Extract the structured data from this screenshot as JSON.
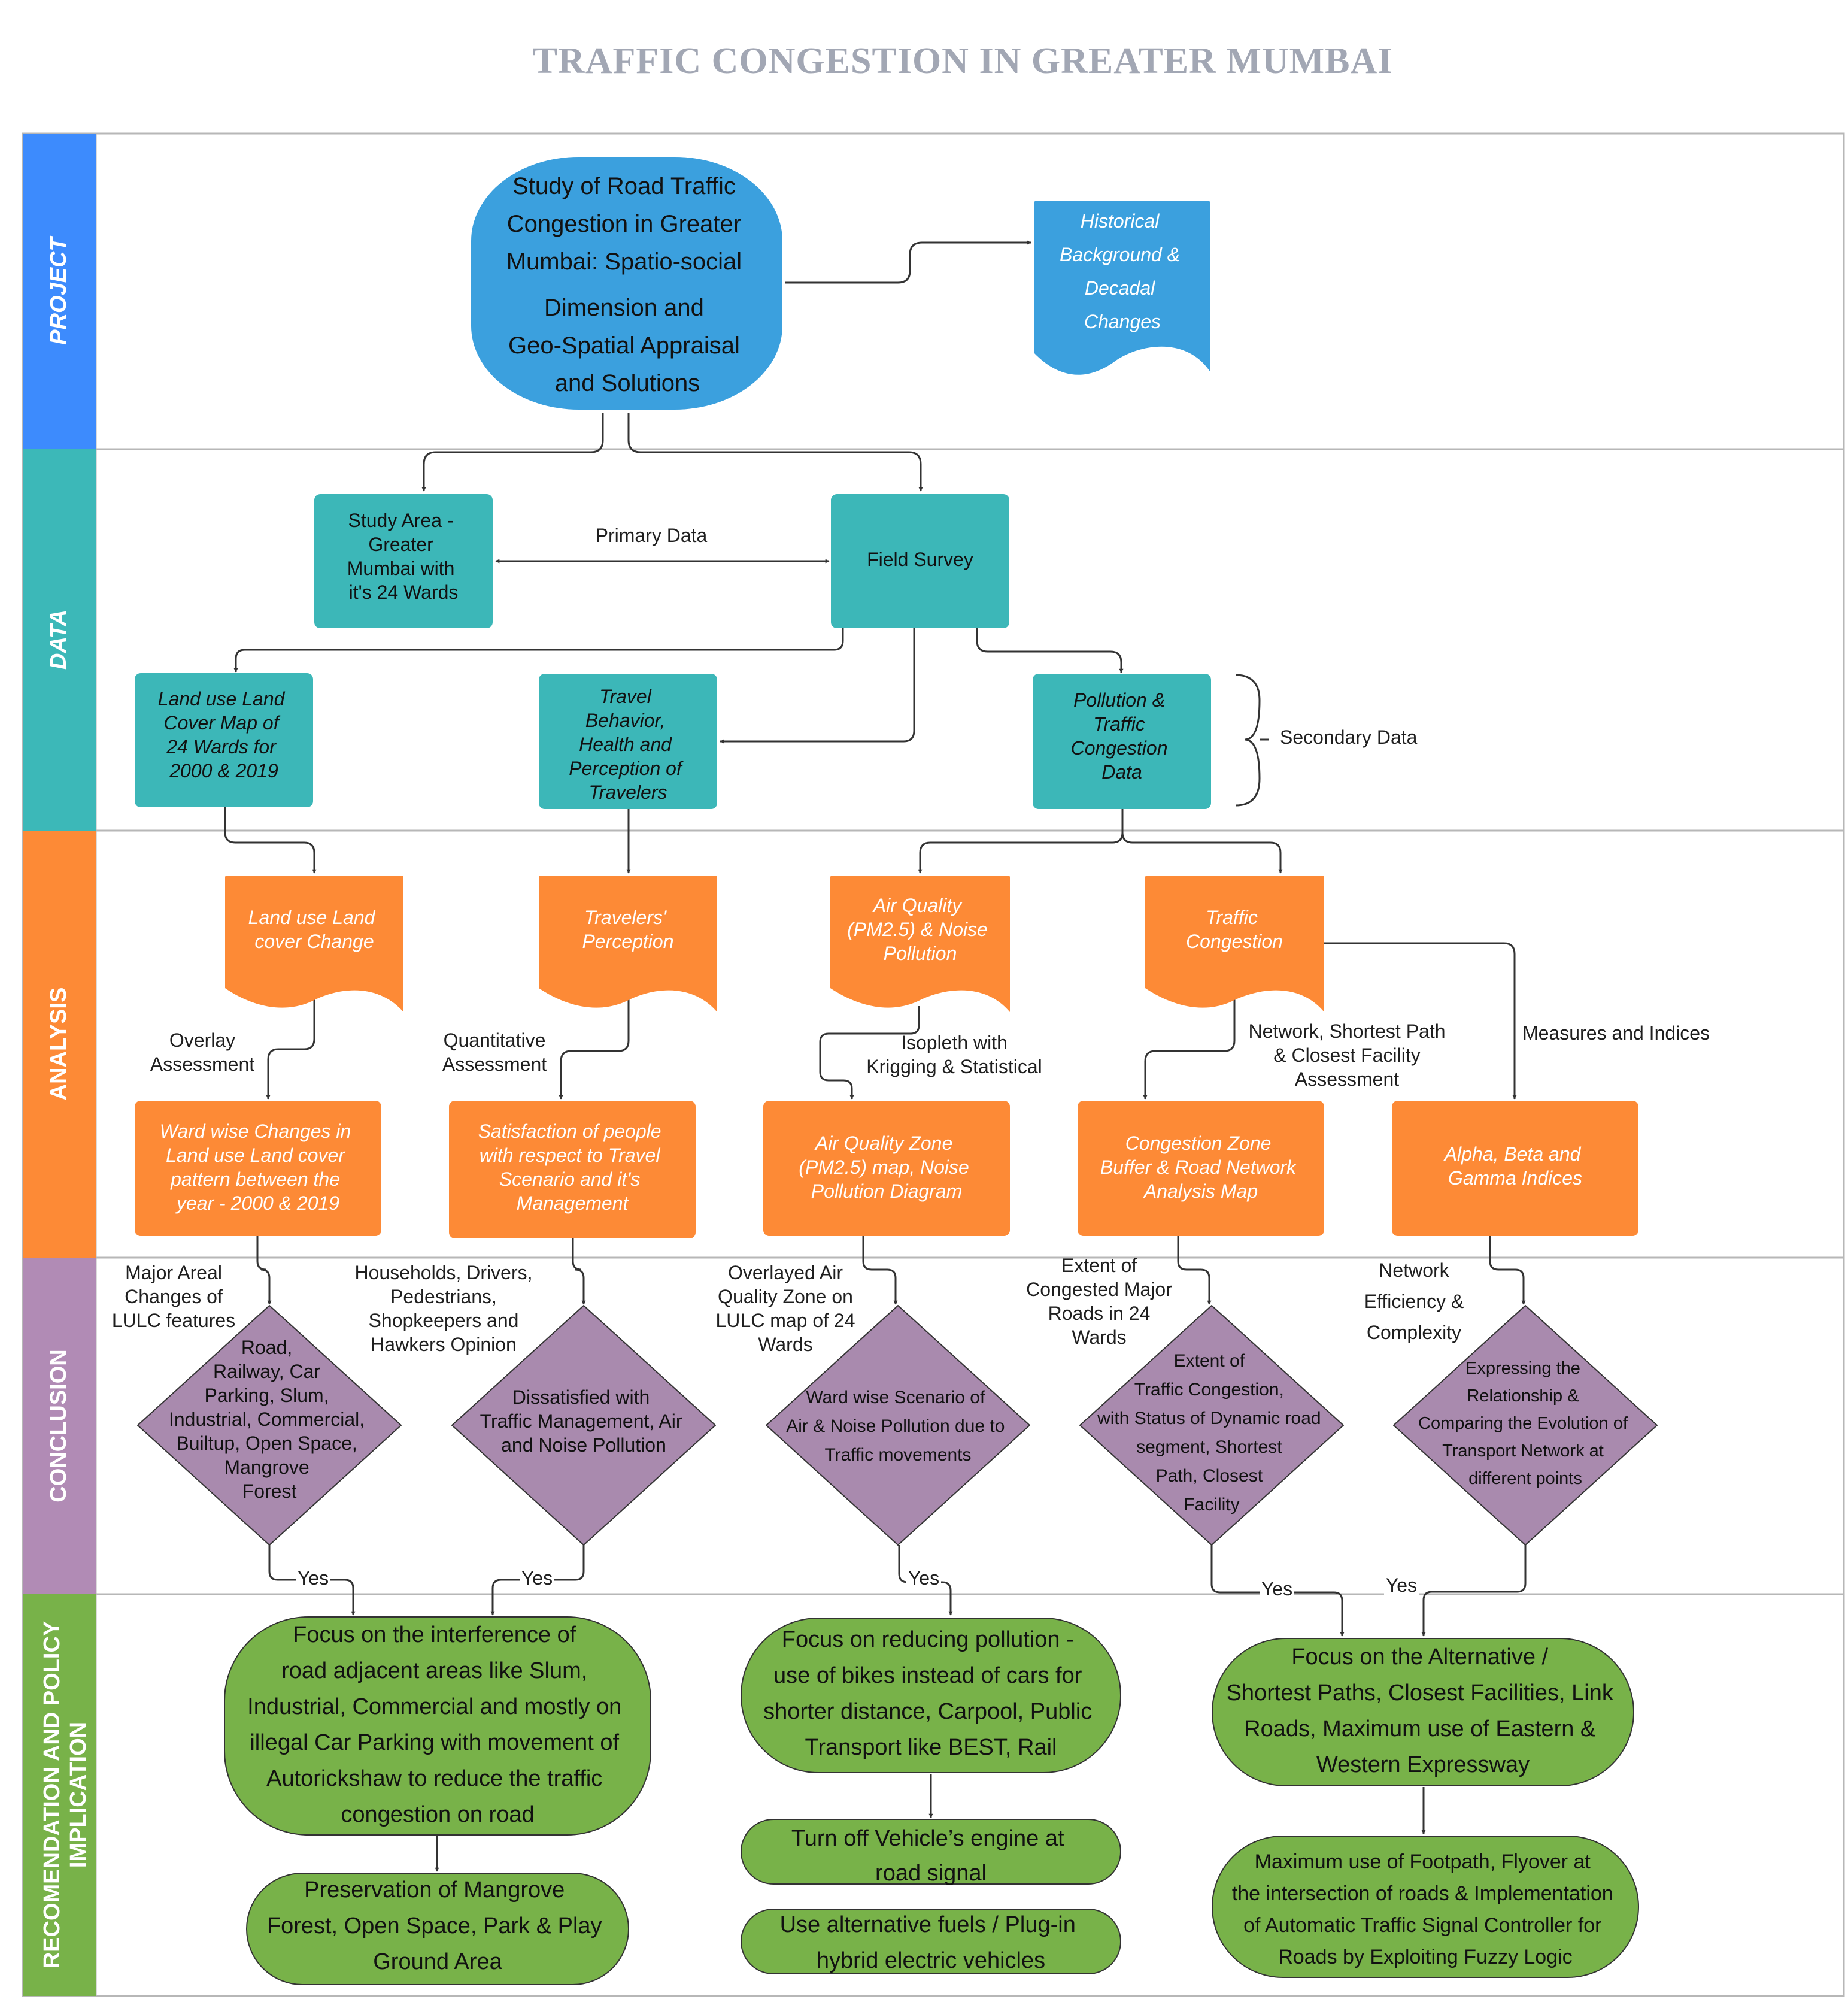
{
  "title": "TRAFFIC CONGESTION IN GREATER MUMBAI",
  "lanes": [
    {
      "label": [
        "PROJECT"
      ],
      "italic": true
    },
    {
      "label": [
        "DATA"
      ],
      "italic": true
    },
    {
      "label": [
        "ANALYSIS"
      ],
      "italic": false
    },
    {
      "label": [
        "CONCLUSION"
      ],
      "italic": false
    },
    {
      "label": [
        "RECOMENDATION AND POLICY",
        "IMPLICATION"
      ],
      "italic": false
    }
  ],
  "nodes": {
    "project_main": [
      "Study of Road Traffic",
      "Congestion in Greater",
      "Mumbai: Spatio-social",
      "Dimension and",
      "Geo-Spatial Appraisal",
      "and Solutions"
    ],
    "historical": [
      "Historical",
      "Background &",
      "Decadal",
      "Changes"
    ],
    "study_area": [
      "Study Area -",
      "Greater",
      "Mumbai with",
      "it's 24 Wards"
    ],
    "field_survey": [
      "Field Survey"
    ],
    "landuse_map": [
      "Land use Land",
      "Cover Map of",
      "24 Wards for",
      "2000 & 2019"
    ],
    "travel_behavior": [
      "Travel",
      "Behavior,",
      "Health and",
      "Perception of",
      "Travelers"
    ],
    "pollution_data": [
      "Pollution &",
      "Traffic",
      "Congestion",
      "Data"
    ],
    "lulc_change": [
      "Land use Land",
      "cover Change"
    ],
    "travelers_perception": [
      "Travelers'",
      "Perception"
    ],
    "air_quality": [
      "Air Quality",
      "(PM2.5) & Noise",
      "Pollution"
    ],
    "traffic_congestion": [
      "Traffic",
      "Congestion"
    ],
    "ward_changes": [
      "Ward wise Changes in",
      "Land use Land cover",
      "pattern between the",
      "year - 2000 & 2019"
    ],
    "satisfaction": [
      "Satisfaction of people",
      "with respect to Travel",
      "Scenario and it's",
      "Management"
    ],
    "aq_zone": [
      "Air Quality Zone",
      "(PM2.5) map, Noise",
      "Pollution Diagram"
    ],
    "congestion_zone": [
      "Congestion Zone",
      "Buffer & Road Network",
      "Analysis Map"
    ],
    "alpha_beta": [
      "Alpha, Beta and",
      "Gamma Indices"
    ],
    "c_road": [
      "Road,",
      "Railway, Car",
      "Parking, Slum,",
      "Industrial, Commercial,",
      "Builtup, Open Space,",
      "Mangrove",
      "Forest"
    ],
    "c_dissatisfied": [
      "Dissatisfied with",
      "Traffic Management, Air",
      "and Noise Pollution"
    ],
    "c_ward_scenario": [
      "Ward wise Scenario of",
      "Air & Noise Pollution due to",
      "Traffic movements"
    ],
    "c_extent": [
      "Extent of",
      "Traffic Congestion,",
      "with Status of Dynamic road",
      "segment, Shortest",
      "Path, Closest",
      "Facility"
    ],
    "c_expressing": [
      "Expressing the",
      "Relationship &",
      "Comparing the Evolution of",
      "Transport Network at",
      "different points"
    ],
    "r_focus_interference": [
      "Focus on the interference of",
      "road adjacent areas like Slum,",
      "Industrial, Commercial and mostly on",
      "illegal Car Parking with movement of",
      "Autorickshaw to reduce the traffic",
      "congestion on road"
    ],
    "r_preservation": [
      "Preservation of Mangrove",
      "Forest, Open Space, Park & Play",
      "Ground Area"
    ],
    "r_focus_pollution": [
      "Focus on reducing pollution -",
      "use of bikes instead of cars for",
      "shorter distance, Carpool, Public",
      "Transport like BEST, Rail"
    ],
    "r_turn_off": [
      "Turn off Vehicle’s engine at",
      "road signal"
    ],
    "r_alt_fuels": [
      "Use alternative fuels / Plug-in",
      "hybrid electric vehicles"
    ],
    "r_focus_alternative": [
      "Focus on the Alternative /",
      "Shortest Paths, Closest Facilities, Link",
      "Roads, Maximum use of Eastern &",
      "Western Expressway"
    ],
    "r_footpath": [
      "Maximum use of Footpath, Flyover at",
      "the intersection of roads & Implementation",
      "of Automatic Traffic Signal Controller for",
      "Roads by Exploiting Fuzzy Logic"
    ]
  },
  "edge_labels": {
    "primary_data": [
      "Primary Data"
    ],
    "secondary_data": [
      "Secondary Data"
    ],
    "overlay": [
      "Overlay",
      "Assessment"
    ],
    "quantitative": [
      "Quantitative",
      "Assessment"
    ],
    "isopleth": [
      "Isopleth with",
      "Krigging & Statistical"
    ],
    "network_shortest": [
      "Network, Shortest Path",
      "& Closest Facility",
      "Assessment"
    ],
    "measures": [
      "Measures and Indices"
    ],
    "major_areal": [
      "Major Areal",
      "Changes of",
      "LULC features"
    ],
    "households": [
      "Households, Drivers,",
      "Pedestrians,",
      "Shopkeepers and",
      "Hawkers Opinion"
    ],
    "overlayed": [
      "Overlayed Air",
      "Quality Zone on",
      "LULC map of 24",
      "Wards"
    ],
    "extent_major": [
      "Extent of",
      "Congested Major",
      "Roads in 24",
      "Wards"
    ],
    "network_eff": [
      "Network",
      "Efficiency &",
      "Complexity"
    ],
    "yes1": [
      "Yes"
    ],
    "yes2": [
      "Yes"
    ],
    "yes3": [
      "Yes"
    ],
    "yes4": [
      "Yes"
    ],
    "yes5": [
      "Yes"
    ]
  },
  "colors": {
    "project_lane": "#3d8bfd",
    "data_lane": "#3cb8b8",
    "analysis_lane": "#fd8a36",
    "conclusion_lane": "#b18bb5",
    "recommendation_lane": "#78b249",
    "project_node": "#3ba0de",
    "data_node": "#3cb7b8",
    "analysis_node": "#fd8a36",
    "conclusion_node": "#a98aae",
    "recommendation_node": "#78b249",
    "title": "#a2a7b4",
    "grid": "#b7b7b7"
  }
}
